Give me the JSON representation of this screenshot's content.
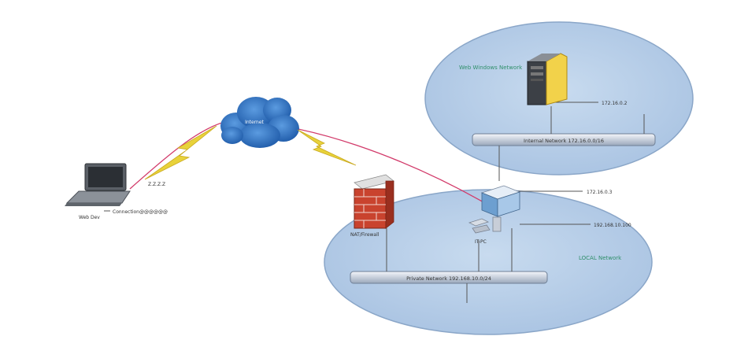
{
  "colors": {
    "ellipse_fill": "#b9d0ea",
    "ellipse_stroke": "#8aa6c8",
    "cloud": "#2f6fbf",
    "lightning": "#e8d23a",
    "vpn_line": "#d23a6a",
    "net_label": "#2f8f6a"
  },
  "icons": [
    "laptop-icon",
    "cloud-icon",
    "lightning-icon",
    "firewall-icon",
    "server-icon",
    "router-icon",
    "pc-icon"
  ],
  "labels": {
    "cloud": "Internet",
    "laptop_name": "Web Dev",
    "laptop_ip": "Z.Z.Z.Z",
    "laptop_user": "Connection@@@@@@",
    "firewall": "NAT/Firewall",
    "pc": "IT-PC",
    "server_ip": "172.16.0.2",
    "router_ip_top": "172.16.0.3",
    "router_ip_bottom": "192.168.10.100",
    "top_network": "Web Windows Network",
    "bottom_network": "LOCAL Network",
    "top_switch": "Internal Network 172.16.0.0/16",
    "bottom_switch": "Private Network 192.168.10.0/24"
  }
}
